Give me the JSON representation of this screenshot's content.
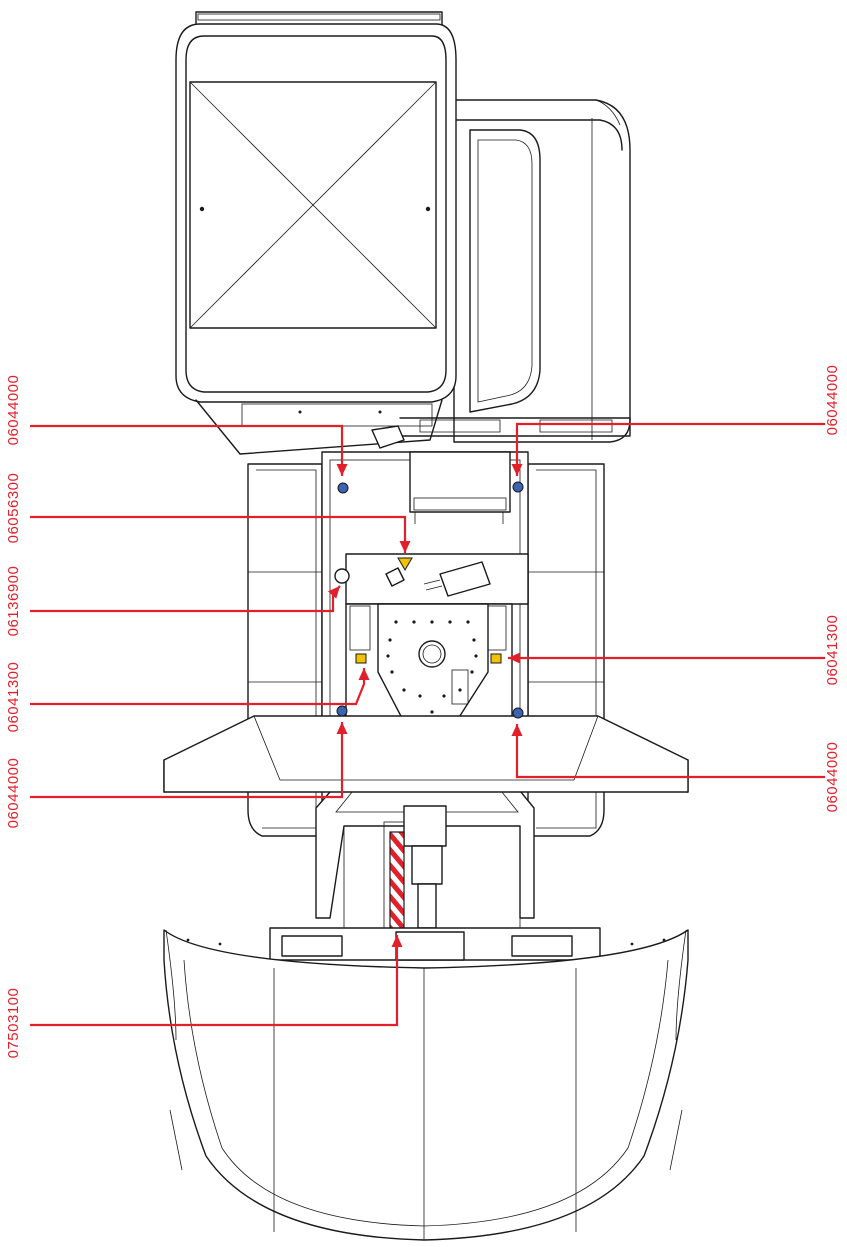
{
  "colors": {
    "callout": "#e2202b",
    "line": "#1a1a1a",
    "label_blue": "#3b64b5",
    "label_yellow": "#f2c200"
  },
  "callouts": [
    {
      "id": "c1",
      "code": "06044000",
      "side": "left"
    },
    {
      "id": "c2",
      "code": "06056300",
      "side": "left"
    },
    {
      "id": "c3",
      "code": "06136900",
      "side": "left"
    },
    {
      "id": "c4",
      "code": "06041300",
      "side": "left"
    },
    {
      "id": "c5",
      "code": "06044000",
      "side": "left"
    },
    {
      "id": "c6",
      "code": "07503100",
      "side": "left"
    },
    {
      "id": "c7",
      "code": "06044000",
      "side": "right"
    },
    {
      "id": "c8",
      "code": "06041300",
      "side": "right"
    },
    {
      "id": "c9",
      "code": "06044000",
      "side": "right"
    }
  ]
}
